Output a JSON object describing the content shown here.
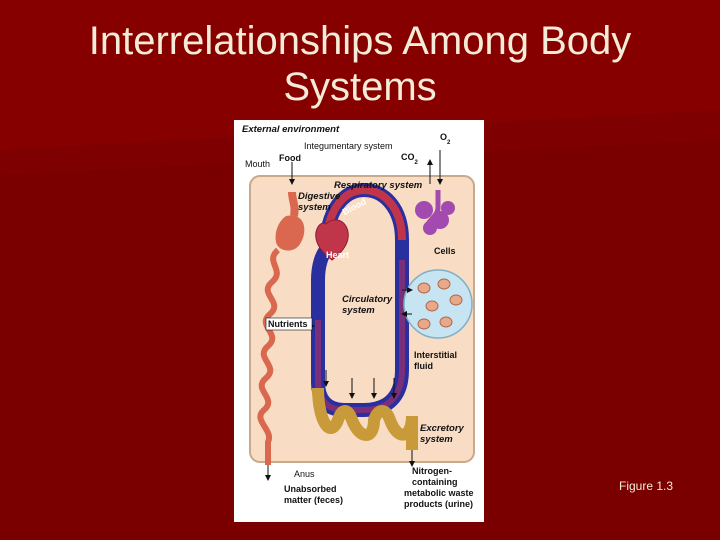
{
  "slide": {
    "title_line1": "Interrelationships Among Body",
    "title_line2": "Systems",
    "caption": "Figure 1.3"
  },
  "figure": {
    "labels": {
      "external_environment": "External environment",
      "integumentary_system": "Integumentary system",
      "o2": "O",
      "o2_sub": "2",
      "co2": "CO",
      "co2_sub": "2",
      "food": "Food",
      "mouth": "Mouth",
      "respiratory_system": "Respiratory system",
      "digestive_system_line1": "Digestive",
      "digestive_system_line2": "system",
      "blood": "Blood",
      "heart": "Heart",
      "cells": "Cells",
      "circulatory_system_line1": "Circulatory",
      "circulatory_system_line2": "system",
      "nutrients": "Nutrients",
      "interstitial_fluid_line1": "Interstitial",
      "interstitial_fluid_line2": "fluid",
      "excretory_system_line1": "Excretory",
      "excretory_system_line2": "system",
      "anus": "Anus",
      "unabsorbed_line1": "Unabsorbed",
      "unabsorbed_line2": "matter (feces)",
      "nitrogen_line1": "Nitrogen-",
      "nitrogen_line2": "containing",
      "nitrogen_line3": "metabolic waste",
      "nitrogen_line4": "products (urine)"
    },
    "colors": {
      "background": "#7a0000",
      "title_text": "#f4ecd8",
      "skin_fill": "#f8dcc4",
      "digestive_tract": "#d9684e",
      "blood_vessel": "#2a2fa0",
      "respiratory": "#a24ab0",
      "kidney": "#c99a3a",
      "cell_fluid": "#c7e4f2"
    }
  }
}
